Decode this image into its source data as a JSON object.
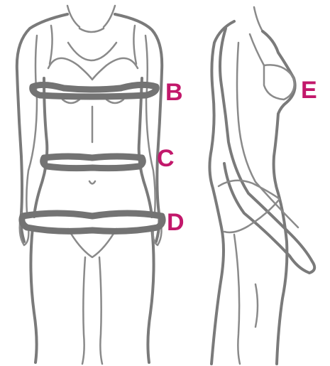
{
  "labels": {
    "b": "B",
    "c": "C",
    "d": "D",
    "e": "E"
  },
  "colors": {
    "label": "#c2186b",
    "outline": "#7a7a7a",
    "band": "#737373",
    "background": "#ffffff"
  }
}
